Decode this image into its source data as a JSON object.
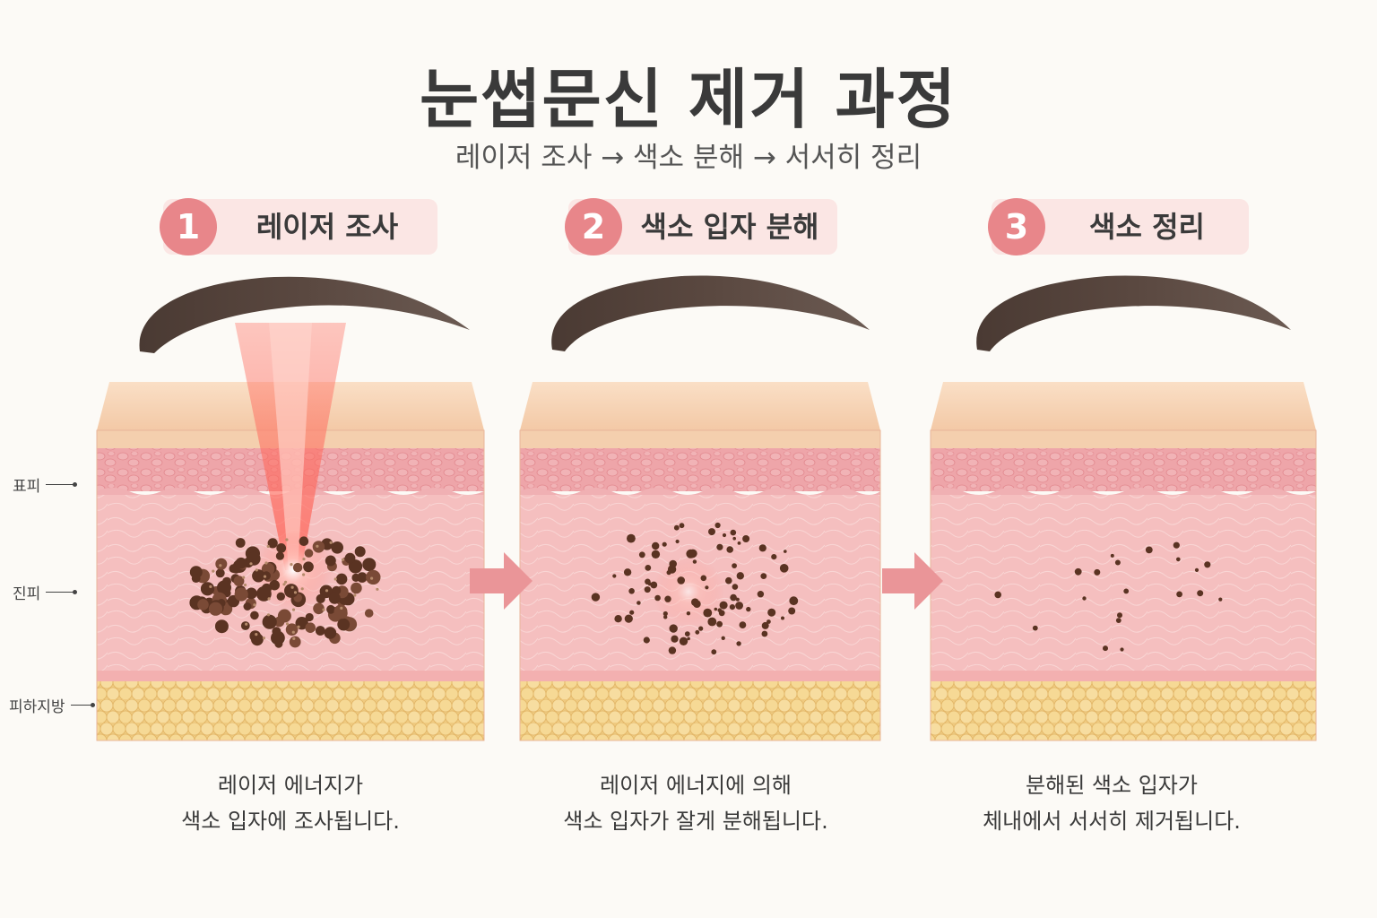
{
  "title": "눈썹문신 제거 과정",
  "subtitle": "레이저 조사  →  색소 분해  →  서서히 정리",
  "layers": {
    "epidermis": "표피",
    "dermis": "진피",
    "subcutaneous": "피하지방"
  },
  "steps": [
    {
      "number": "1",
      "label": "레이저 조사",
      "caption_line1": "레이저 에너지가",
      "caption_line2": "색소 입자에 조사됩니다."
    },
    {
      "number": "2",
      "label": "색소 입자 분해",
      "caption_line1": "레이저 에너지에 의해",
      "caption_line2": "색소 입자가 잘게 분해됩니다."
    },
    {
      "number": "3",
      "label": "색소 정리",
      "caption_line1": "분해된 색소 입자가",
      "caption_line2": "체내에서 서서히 제거됩니다."
    }
  ],
  "colors": {
    "accent": "#e8868a",
    "header_bg": "#fbe6e4",
    "epidermis_top": "#f6d2b4",
    "epidermis_cells": "#eea1a6",
    "dermis": "#f6bcbc",
    "fat": "#f3d58e",
    "pigment": "#5a3322",
    "laser": "#ff6a5a"
  },
  "icons": [
    "eyebrow-icon",
    "laser-beam-icon",
    "arrow-right-icon"
  ]
}
